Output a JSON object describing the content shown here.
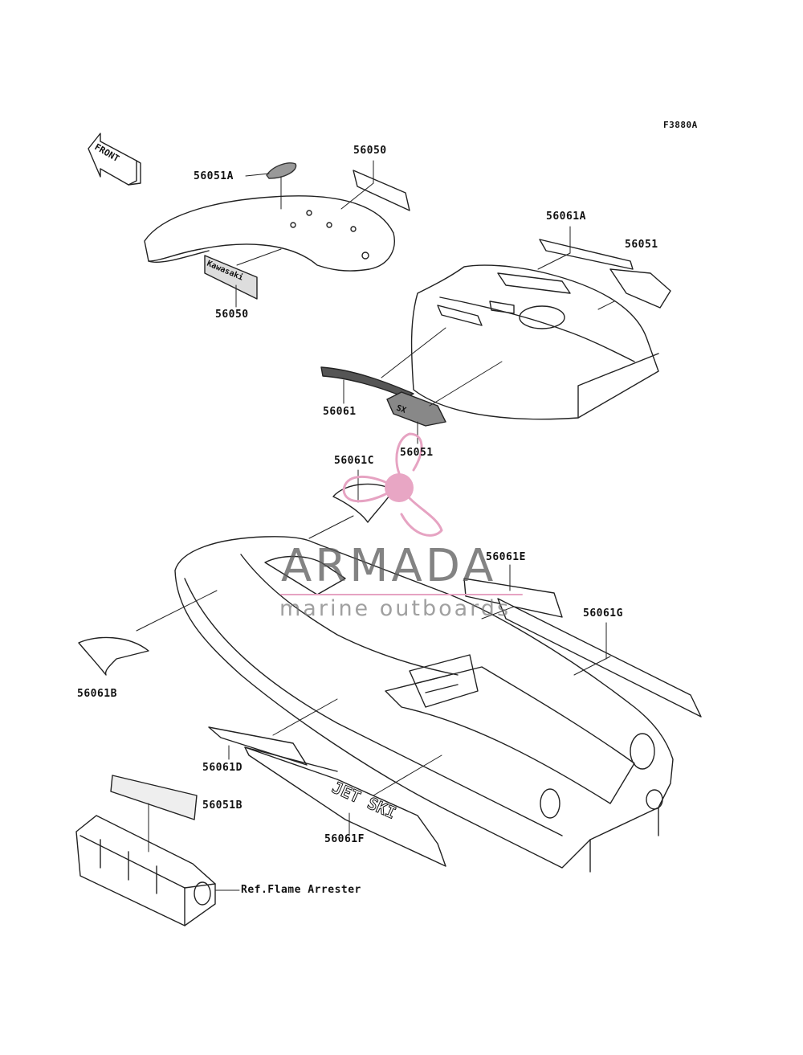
{
  "diagram": {
    "code": "F3880A",
    "front_arrow": "FRONT",
    "parts": {
      "p56051A": "56051A",
      "p56050_top": "56050",
      "p56050_bottom": "56050",
      "p56061A": "56061A",
      "p56051_right": "56051",
      "p56061": "56061",
      "p56051_mid": "56051",
      "p56061C": "56061C",
      "p56061E": "56061E",
      "p56061G": "56061G",
      "p56061B": "56061B",
      "p56061D": "56061D",
      "p56051B": "56051B",
      "p56061F": "56061F",
      "ref_flame": "Ref.Flame Arrester"
    },
    "decal_text": {
      "kawasaki": "Kawasaki",
      "jet_ski": "JET SKI",
      "sx": "SX"
    }
  },
  "watermark": {
    "title": "ARMADA",
    "subtitle": "marine outboards",
    "accent_color": "#e8a0c0",
    "text_color": "#5a5a5a"
  }
}
